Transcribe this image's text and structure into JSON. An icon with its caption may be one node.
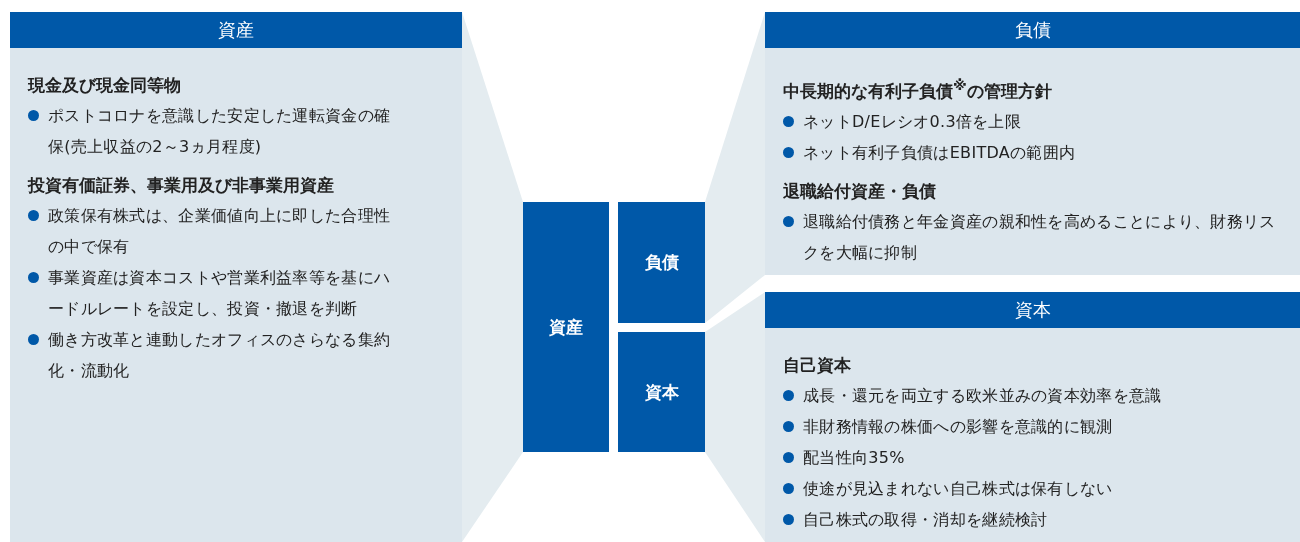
{
  "diagram": {
    "nodes": [
      {
        "text": [
          "資産",
          "現金及び現金同等物",
          "ポストコロナを意識した安定した運転資金の確保(売上収益の2～3ヵ月程度)",
          "投資有価証券、事業用及び非事業用資産",
          "政策保有株式は、企業価値向上に即した合理性の中で保有",
          "事業資産は資本コストや営業利益率等を基にハードルレートを設定し、投資・撤退を判断",
          "働き方改革と連動したオフィスのさらなる集約化・流動化"
        ]
      },
      {
        "text": [
          "資産"
        ]
      },
      {
        "text": [
          "負債"
        ]
      },
      {
        "text": [
          "資本"
        ]
      },
      {
        "text": [
          "負債",
          "中長期的な有利子負債$^{※}$の管理方針",
          "ネットD/Eレシオ0.3倍を上限",
          "ネット有利子負債はEBITDAの範囲内",
          "退職給付資産・負債",
          "退職給付債務と年金資産の親和性を高めることにより、財務リスクを大幅に抑制"
        ]
      },
      {
        "text": [
          "資本",
          "自己資本",
          "成長・還元を両立する欧米並みの資本効率を意識",
          "非財務情報の株価への影響を意識的に観測",
          "配当性向35%",
          "使途が見込まれない自己株式は保有しない",
          "自己株式の取得・消却を継続検討"
        ]
      }
    ],
    "edges": [
      {
        "from": 0,
        "to": 1,
        "arrow": "none"
      },
      {
        "from": 4,
        "to": 2,
        "arrow": "none"
      },
      {
        "from": 5,
        "to": 3,
        "arrow": "none"
      }
    ]
  }
}
